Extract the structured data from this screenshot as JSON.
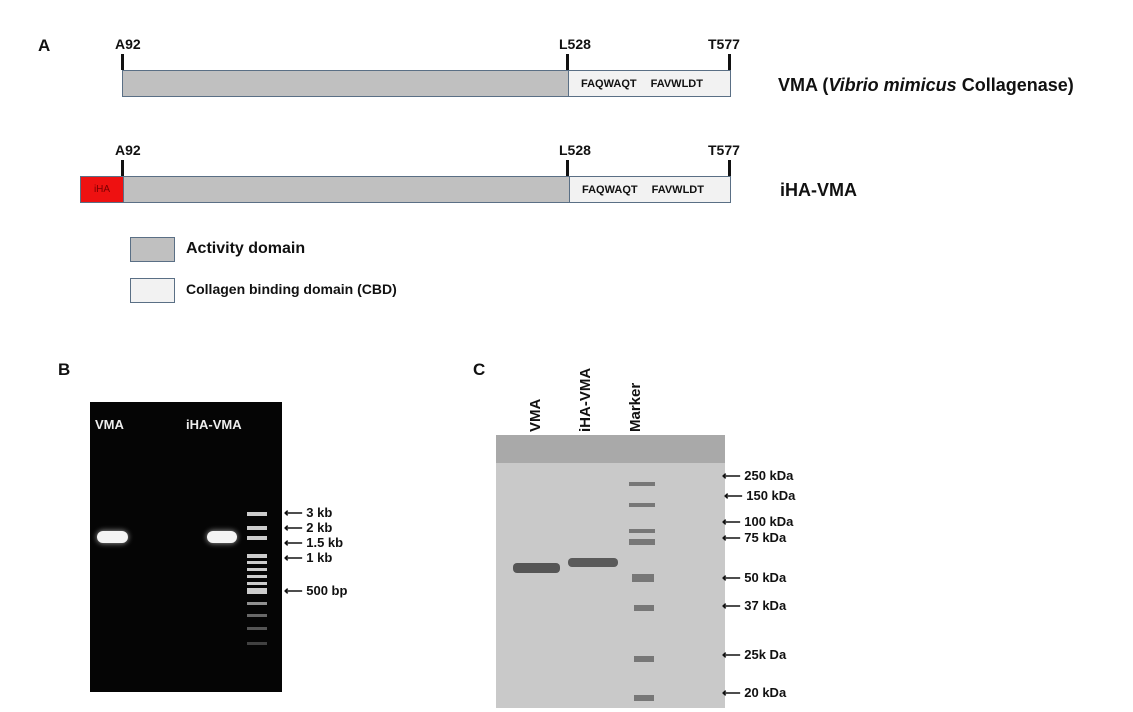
{
  "panel_a": {
    "label": "A",
    "construct1": {
      "name_prefix": "VMA (",
      "name_italic": "Vibrio mimicus",
      "name_suffix": " Collagenase)",
      "markers": [
        "A92",
        "L528",
        "T577"
      ],
      "motifs": [
        "FAQWAQT",
        "FAVWLDT"
      ]
    },
    "construct2": {
      "name": "iHA-VMA",
      "tag": "iHA",
      "markers": [
        "A92",
        "L528",
        "T577"
      ],
      "motifs": [
        "FAQWAQT",
        "FAVWLDT"
      ]
    },
    "legend": [
      {
        "label": "Activity domain",
        "color": "#c0c0c0"
      },
      {
        "label": "Collagen binding  domain (CBD)",
        "color": "#f2f2f2"
      }
    ],
    "tag_color": "#ee1111"
  },
  "panel_b": {
    "label": "B",
    "lanes": [
      "VMA",
      "iHA-VMA"
    ],
    "size_markers": [
      "3 kb",
      "2 kb",
      "1.5 kb",
      "1 kb",
      "500 bp"
    ]
  },
  "panel_c": {
    "label": "C",
    "lanes": [
      "VMA",
      "iHA-VMA",
      "Marker"
    ],
    "size_markers": [
      "250 kDa",
      "150 kDa",
      "100 kDa",
      "75 kDa",
      "50 kDa",
      "37 kDa",
      "25k Da",
      "20 kDa"
    ]
  }
}
